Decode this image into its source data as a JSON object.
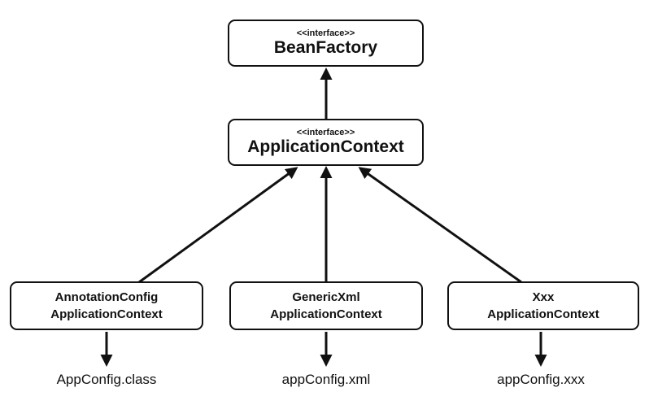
{
  "diagram": {
    "bean_factory": {
      "stereotype": "<<interface>>",
      "name": "BeanFactory"
    },
    "application_context": {
      "stereotype": "<<interface>>",
      "name": "ApplicationContext"
    },
    "implementations": [
      {
        "line1": "AnnotationConfig",
        "line2": "ApplicationContext",
        "config": "AppConfig.class"
      },
      {
        "line1": "GenericXml",
        "line2": "ApplicationContext",
        "config": "appConfig.xml"
      },
      {
        "line1": "Xxx",
        "line2": "ApplicationContext",
        "config": "appConfig.xxx"
      }
    ],
    "colors": {
      "stroke": "#111111",
      "background": "#ffffff"
    }
  }
}
